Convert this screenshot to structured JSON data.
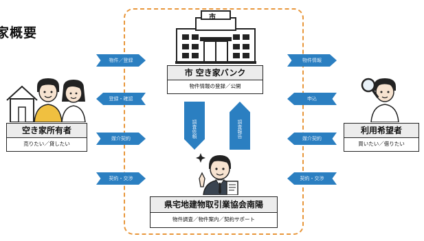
{
  "page_title": "家概要",
  "city": {
    "building_sign": "市",
    "box_title": "市 空き家バンク",
    "box_sub": "物件情報の登録／公開"
  },
  "owner": {
    "box_title": "空き家所有者",
    "box_sub": "売りたい／貸したい"
  },
  "user": {
    "box_title": "利用希望者",
    "box_sub": "買いたい／借りたい"
  },
  "association": {
    "box_title": "県宅地建物取引業協会南陽",
    "box_sub": "物件調査／物件案内／契約サポート"
  },
  "left_arrows": [
    "物件／登録",
    "登録・確認",
    "媒介契約",
    "契約・交渉"
  ],
  "right_arrows": [
    "物件情報",
    "申込",
    "媒介契約",
    "契約・交渉"
  ],
  "vertical_arrows": {
    "down": "調査依頼",
    "up": "調査報告"
  },
  "colors": {
    "frame": "#e8963a",
    "arrow": "#2b7fc1"
  }
}
